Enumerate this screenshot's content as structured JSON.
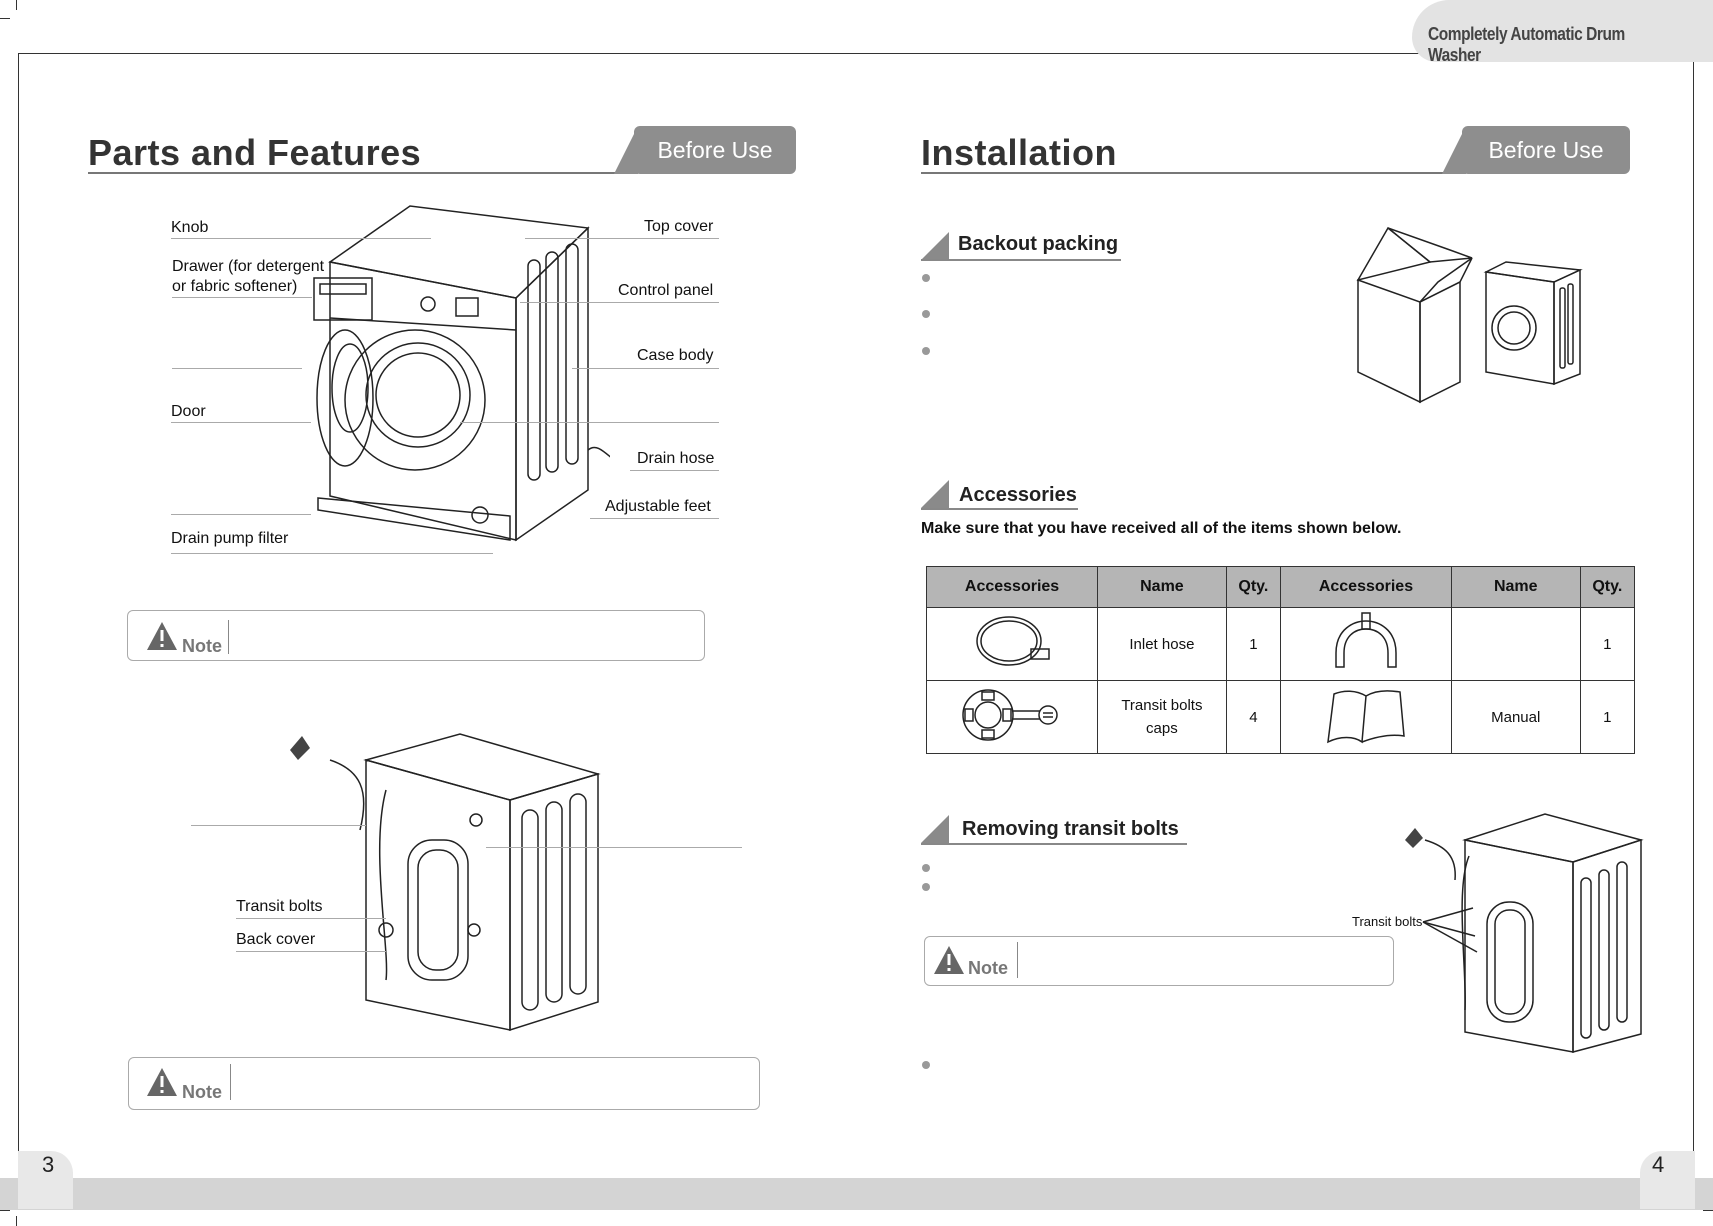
{
  "header": {
    "product_title": "Completely Automatic Drum Washer"
  },
  "left_page": {
    "title": "Parts and Features",
    "tab": "Before Use",
    "page_number": "3",
    "front_labels": {
      "knob": "Knob",
      "drawer_line1": "Drawer (for detergent",
      "drawer_line2": "or fabric softener)",
      "door": "Door",
      "drain_pump_filter": "Drain pump filter",
      "top_cover": "Top cover",
      "control_panel": "Control panel",
      "case_body": "Case body",
      "drain_hose": "Drain hose",
      "adjustable_feet": "Adjustable feet"
    },
    "note1": {
      "word": "Note",
      "text": ""
    },
    "back_labels": {
      "transit_bolts": "Transit bolts",
      "back_cover": "Back cover"
    },
    "note2": {
      "word": "Note",
      "text": ""
    }
  },
  "right_page": {
    "title": "Installation",
    "tab": "Before Use",
    "page_number": "4",
    "backout": {
      "title": "Backout packing",
      "bullets": [
        "",
        "",
        ""
      ]
    },
    "accessories": {
      "title": "Accessories",
      "instruction": "Make sure that you have received all of the items shown below.",
      "headers": [
        "Accessories",
        "Name",
        "Qty.",
        "Accessories",
        "Name",
        "Qty."
      ],
      "rows": [
        {
          "icon1": "inlet-hose-icon",
          "name1": "Inlet hose",
          "qty1": "1",
          "icon2": "u-bend-hanger-icon",
          "name2": "",
          "qty2": "1"
        },
        {
          "icon1": "transit-bolt-cap-icon",
          "name1_line1": "Transit bolts",
          "name1_line2": "caps",
          "qty1": "4",
          "icon2": "manual-book-icon",
          "name2": "Manual",
          "qty2": "1"
        }
      ]
    },
    "removing": {
      "title": "Removing transit  bolts",
      "bullets": [
        "",
        ""
      ],
      "transit_label": "Transit bolts",
      "note": {
        "word": "Note",
        "text": ""
      },
      "extra_bullet": ""
    }
  }
}
